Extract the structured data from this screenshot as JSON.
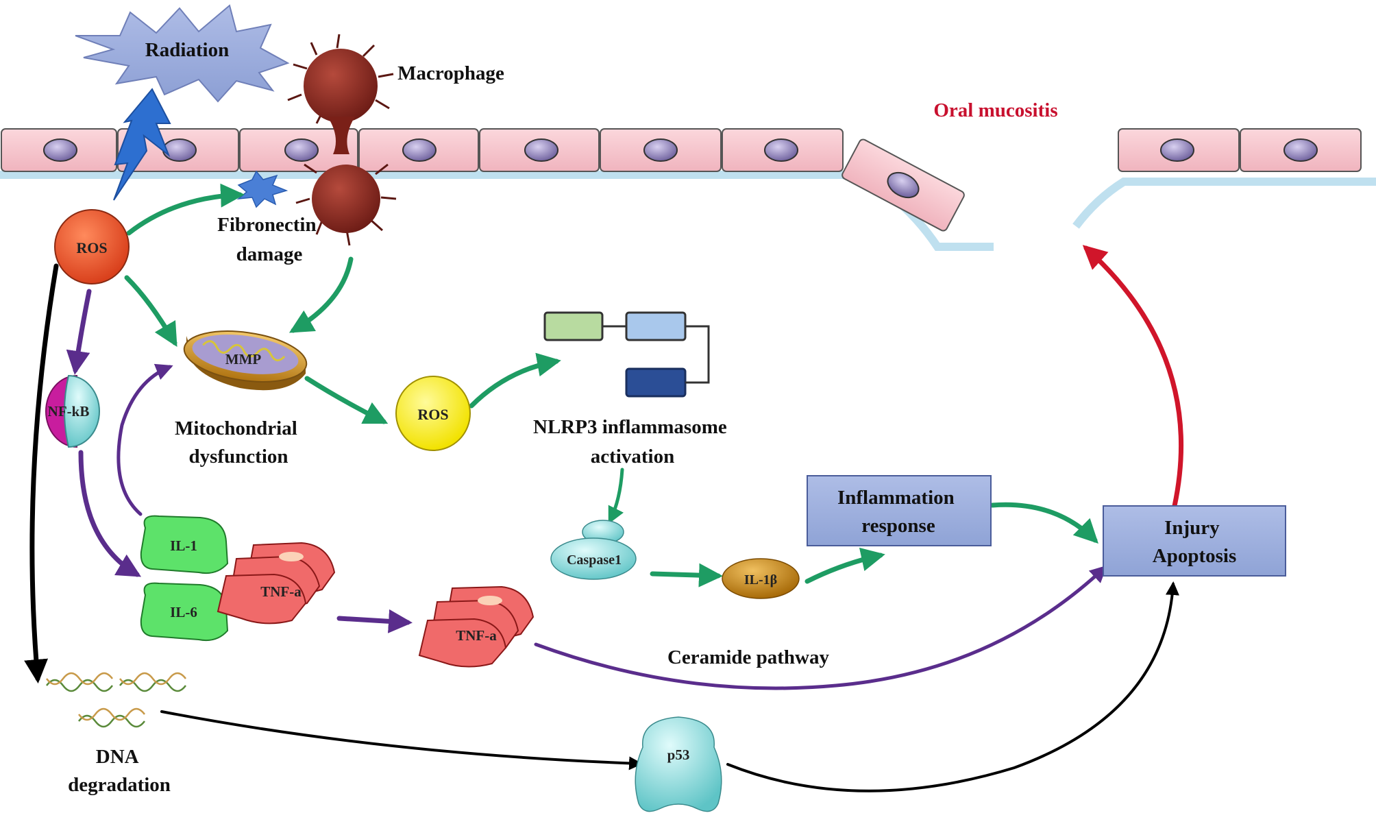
{
  "labels": {
    "radiation": "Radiation",
    "macrophage": "Macrophage",
    "oral_mucositis": "Oral mucositis",
    "ros_top": "ROS",
    "fibronectin_line1": "Fibronectin",
    "fibronectin_line2": "damage",
    "nfkb": "NF-kB",
    "mmp": "MMP",
    "mito_line1": "Mitochondrial",
    "mito_line2": "dysfunction",
    "ros_mid": "ROS",
    "nlrp3_line1": "NLRP3 inflammasome",
    "nlrp3_line2": "activation",
    "caspase1": "Caspase1",
    "il1b": "IL-1β",
    "inflam_line1": "Inflammation",
    "inflam_line2": "response",
    "injury_line1": "Injury",
    "injury_line2": "Apoptosis",
    "il1": "IL-1",
    "il6": "IL-6",
    "tnfa_left": "TNF-a",
    "tnfa_mid": "TNF-a",
    "ceramide": "Ceramide pathway",
    "dna_line1": "DNA",
    "dna_line2": "degradation",
    "p53": "p53"
  },
  "colors": {
    "green_arrow": "#1e9c63",
    "purple_arrow": "#5a2d8c",
    "black_arrow": "#000000",
    "red_arrow": "#d0152a",
    "ros_top": "#e8552e",
    "ros_mid": "#f5e800",
    "box_fill": "#9aaede",
    "oral_mucositis": "#c8102e"
  }
}
